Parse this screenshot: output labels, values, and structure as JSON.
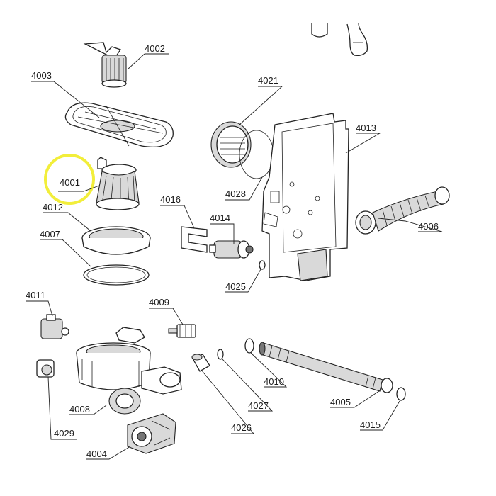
{
  "highlight": {
    "target": "4001",
    "color": "#f2ee3a"
  },
  "callouts": {
    "p4001": "4001",
    "p4002": "4002",
    "p4003": "4003",
    "p4004": "4004",
    "p4005": "4005",
    "p4006": "4006",
    "p4007": "4007",
    "p4008": "4008",
    "p4009": "4009",
    "p4010": "4010",
    "p4011": "4011",
    "p4012": "4012",
    "p4013": "4013",
    "p4014": "4014",
    "p4015": "4015",
    "p4016": "4016",
    "p4021": "4021",
    "p4025": "4025",
    "p4026": "4026",
    "p4027": "4027",
    "p4028": "4028",
    "p4029": "4029"
  }
}
